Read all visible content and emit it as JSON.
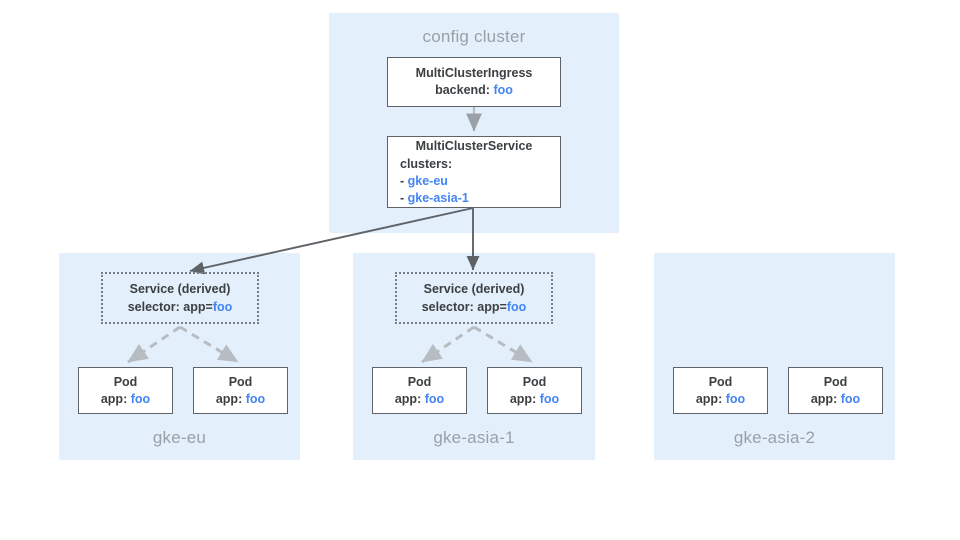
{
  "diagram": {
    "title_semantic": "multi-cluster-ingress-architecture"
  },
  "config_cluster": {
    "label": "config cluster",
    "multiclusteringress": {
      "kind": "MultiClusterIngress",
      "field_label": "backend:",
      "field_value": "foo"
    },
    "multiclusterservice": {
      "kind": "MultiClusterService",
      "field_label": "clusters:",
      "members": [
        {
          "bullet": "- ",
          "value": "gke-eu"
        },
        {
          "bullet": "- ",
          "value": "gke-asia-1"
        }
      ]
    }
  },
  "clusters": [
    {
      "name": "gke-eu",
      "service": {
        "title": "Service (derived)",
        "selector_label": "selector: app=",
        "selector_value": "foo"
      },
      "pods": [
        {
          "title": "Pod",
          "label": "app:",
          "value": "foo"
        },
        {
          "title": "Pod",
          "label": "app:",
          "value": "foo"
        }
      ]
    },
    {
      "name": "gke-asia-1",
      "service": {
        "title": "Service (derived)",
        "selector_label": "selector: app=",
        "selector_value": "foo"
      },
      "pods": [
        {
          "title": "Pod",
          "label": "app:",
          "value": "foo"
        },
        {
          "title": "Pod",
          "label": "app:",
          "value": "foo"
        }
      ]
    },
    {
      "name": "gke-asia-2",
      "service": null,
      "pods": [
        {
          "title": "Pod",
          "label": "app:",
          "value": "foo"
        },
        {
          "title": "Pod",
          "label": "app:",
          "value": "foo"
        }
      ]
    }
  ],
  "colors": {
    "panel_background": "#e3effb",
    "box_border": "#5f6368",
    "accent_blue": "#4285f4",
    "muted_gray": "#9aa0a6",
    "text": "#3c4043",
    "solid_edge": "#5f6368",
    "dashed_edge": "#b6bcc2"
  }
}
